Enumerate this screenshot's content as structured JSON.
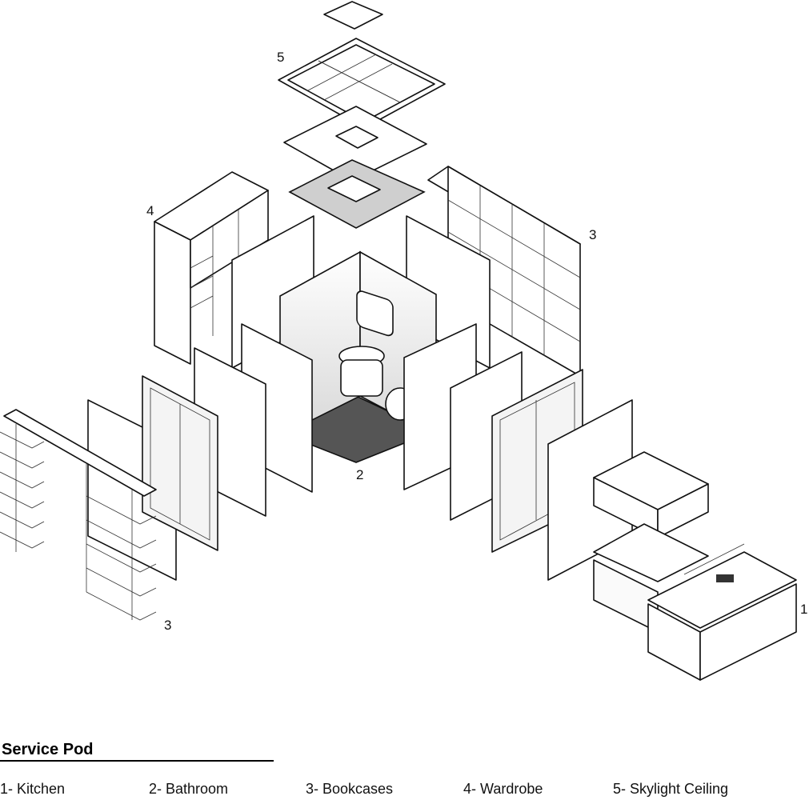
{
  "title": "Service Pod",
  "callouts": {
    "kitchen": "1",
    "bathroom": "2",
    "bookcases_right": "3",
    "bookcases_left": "3",
    "wardrobe": "4",
    "skylight": "5"
  },
  "legend": [
    {
      "label": "1- Kitchen"
    },
    {
      "label": "2- Bathroom"
    },
    {
      "label": "3- Bookcases"
    },
    {
      "label": "4- Wardrobe"
    },
    {
      "label": "5- Skylight Ceiling"
    }
  ]
}
